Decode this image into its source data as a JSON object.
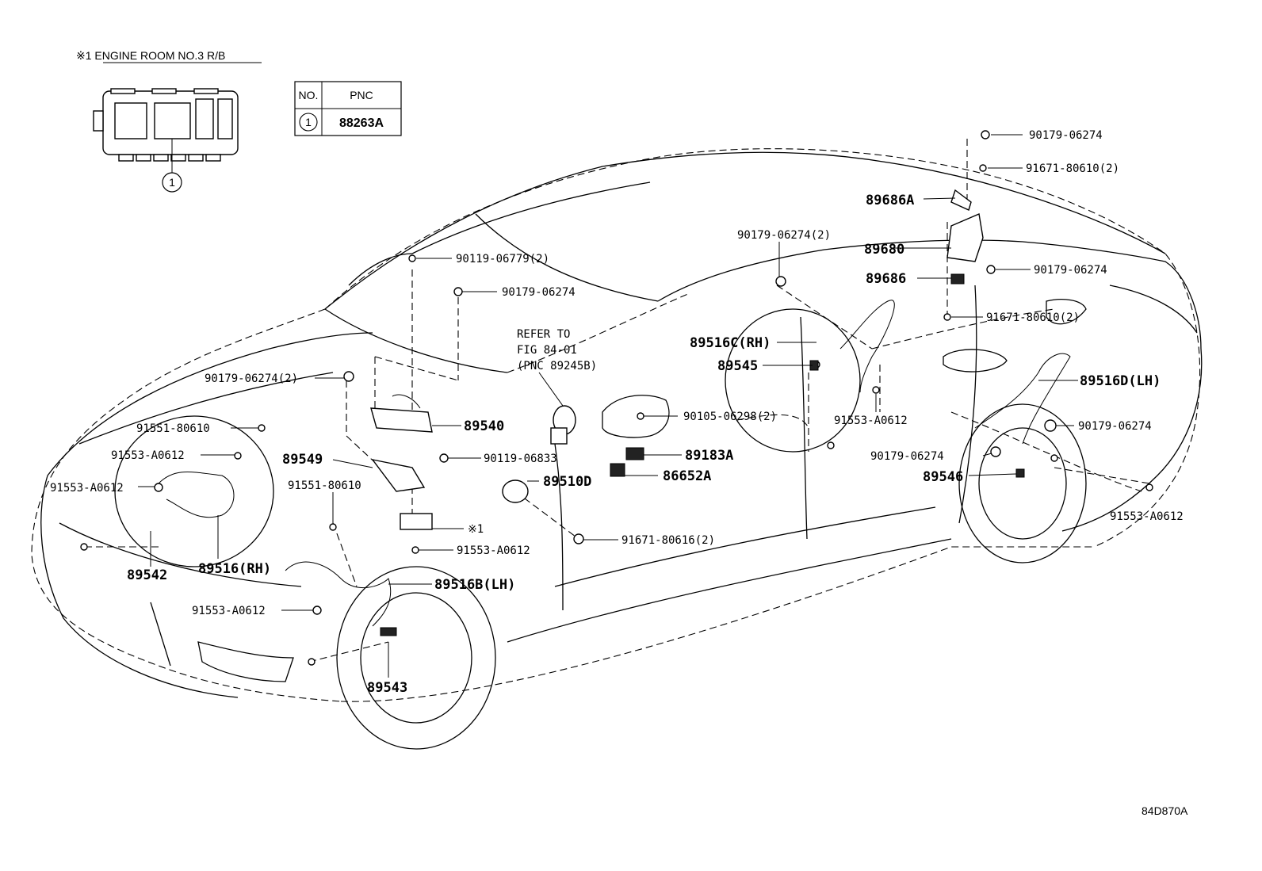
{
  "header": {
    "note_label": "※1 ENGINE ROOM NO.3 R/B",
    "circle_index": "1"
  },
  "pnc_table": {
    "col_no": "NO.",
    "col_pnc": "PNC",
    "rows": [
      {
        "no": "1",
        "pnc": "88263A"
      }
    ]
  },
  "refer_note": {
    "line1": "REFER TO",
    "line2": "FIG 84-01",
    "line3": "(PNC 89245B)"
  },
  "callouts": [
    {
      "id": "p90179_06274_a",
      "text": "90179-06274",
      "size": "small"
    },
    {
      "id": "p91671_80610_2_a",
      "text": "91671-80610(2)",
      "size": "small"
    },
    {
      "id": "p89686A",
      "text": "89686A",
      "size": "big"
    },
    {
      "id": "p90179_06274_2_a",
      "text": "90179-06274(2)",
      "size": "small"
    },
    {
      "id": "p89680",
      "text": "89680",
      "size": "big"
    },
    {
      "id": "p89686",
      "text": "89686",
      "size": "big"
    },
    {
      "id": "p90179_06274_b",
      "text": "90179-06274",
      "size": "small"
    },
    {
      "id": "p91671_80610_2_b",
      "text": "91671-80610(2)",
      "size": "small"
    },
    {
      "id": "p90119_06779_2",
      "text": "90119-06779(2)",
      "size": "small"
    },
    {
      "id": "p90179_06274_c",
      "text": "90179-06274",
      "size": "small"
    },
    {
      "id": "p89516C",
      "text": "89516C(RH)",
      "size": "big"
    },
    {
      "id": "p89545",
      "text": "89545",
      "size": "big"
    },
    {
      "id": "p89516D",
      "text": "89516D(LH)",
      "size": "big"
    },
    {
      "id": "p90179_06274_2_b",
      "text": "90179-06274(2)",
      "size": "small"
    },
    {
      "id": "p91553_A0612_a",
      "text": "91553-A0612",
      "size": "small"
    },
    {
      "id": "p90105_06298_2",
      "text": "90105-06298(2)",
      "size": "small"
    },
    {
      "id": "p90179_06274_d",
      "text": "90179-06274",
      "size": "small"
    },
    {
      "id": "p89540",
      "text": "89540",
      "size": "big"
    },
    {
      "id": "p91551_80610_a",
      "text": "91551-80610",
      "size": "small"
    },
    {
      "id": "p91553_A0612_b",
      "text": "91553-A0612",
      "size": "small"
    },
    {
      "id": "p89549",
      "text": "89549",
      "size": "big"
    },
    {
      "id": "p90119_06833",
      "text": "90119-06833",
      "size": "small"
    },
    {
      "id": "p89183A",
      "text": "89183A",
      "size": "big"
    },
    {
      "id": "p90179_06274_e",
      "text": "90179-06274",
      "size": "small"
    },
    {
      "id": "p91553_A0612_c",
      "text": "91553-A0612",
      "size": "small"
    },
    {
      "id": "p91551_80610_b",
      "text": "91551-80610",
      "size": "small"
    },
    {
      "id": "p89510D",
      "text": "89510D",
      "size": "big"
    },
    {
      "id": "p86652A",
      "text": "86652A",
      "size": "big"
    },
    {
      "id": "p89546",
      "text": "89546",
      "size": "big"
    },
    {
      "id": "p91553_A0612_d",
      "text": "91553-A0612",
      "size": "small"
    },
    {
      "id": "p_note1",
      "text": "※1",
      "size": "small"
    },
    {
      "id": "p91553_A0612_e",
      "text": "91553-A0612",
      "size": "small"
    },
    {
      "id": "p91671_80616_2",
      "text": "91671-80616(2)",
      "size": "small"
    },
    {
      "id": "p89542",
      "text": "89542",
      "size": "big"
    },
    {
      "id": "p89516RH",
      "text": "89516(RH)",
      "size": "big"
    },
    {
      "id": "p89516B",
      "text": "89516B(LH)",
      "size": "big"
    },
    {
      "id": "p91553_A0612_f",
      "text": "91553-A0612",
      "size": "small"
    },
    {
      "id": "p89543",
      "text": "89543",
      "size": "big"
    }
  ],
  "footer": {
    "figure_code": "84D870A"
  }
}
